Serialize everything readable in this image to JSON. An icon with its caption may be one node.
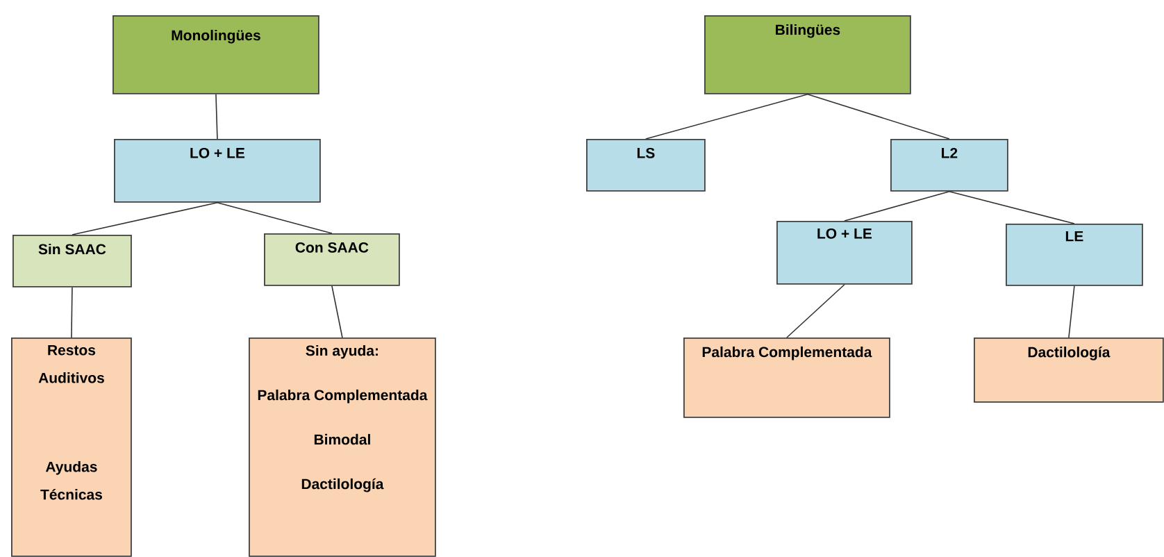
{
  "diagram": {
    "nodes": [
      {
        "text": [
          "Monolingües"
        ]
      },
      {
        "text": [
          "LO + LE"
        ]
      },
      {
        "text": [
          "Sin SAAC"
        ]
      },
      {
        "text": [
          "Con SAAC"
        ]
      },
      {
        "text": [
          "Restos Auditivos",
          "Ayudas Técnicas"
        ]
      },
      {
        "text": [
          "Sin ayuda:",
          "Palabra Complementada",
          "Bimodal",
          "Dactilología"
        ]
      },
      {
        "text": [
          "Bilingües"
        ]
      },
      {
        "text": [
          "LS"
        ]
      },
      {
        "text": [
          "L2"
        ]
      },
      {
        "text": [
          "LO + LE"
        ]
      },
      {
        "text": [
          "LE"
        ]
      },
      {
        "text": [
          "Palabra Complementada"
        ]
      },
      {
        "text": [
          "Dactilología"
        ]
      }
    ],
    "edges": [
      {
        "from": 0,
        "to": 1,
        "arrow": "none"
      },
      {
        "from": 1,
        "to": 2,
        "arrow": "none"
      },
      {
        "from": 1,
        "to": 3,
        "arrow": "none"
      },
      {
        "from": 2,
        "to": 4,
        "arrow": "none"
      },
      {
        "from": 3,
        "to": 5,
        "arrow": "none"
      },
      {
        "from": 6,
        "to": 7,
        "arrow": "none"
      },
      {
        "from": 6,
        "to": 8,
        "arrow": "none"
      },
      {
        "from": 8,
        "to": 9,
        "arrow": "none"
      },
      {
        "from": 8,
        "to": 10,
        "arrow": "none"
      },
      {
        "from": 9,
        "to": 11,
        "arrow": "none"
      },
      {
        "from": 10,
        "to": 12,
        "arrow": "none"
      }
    ]
  }
}
